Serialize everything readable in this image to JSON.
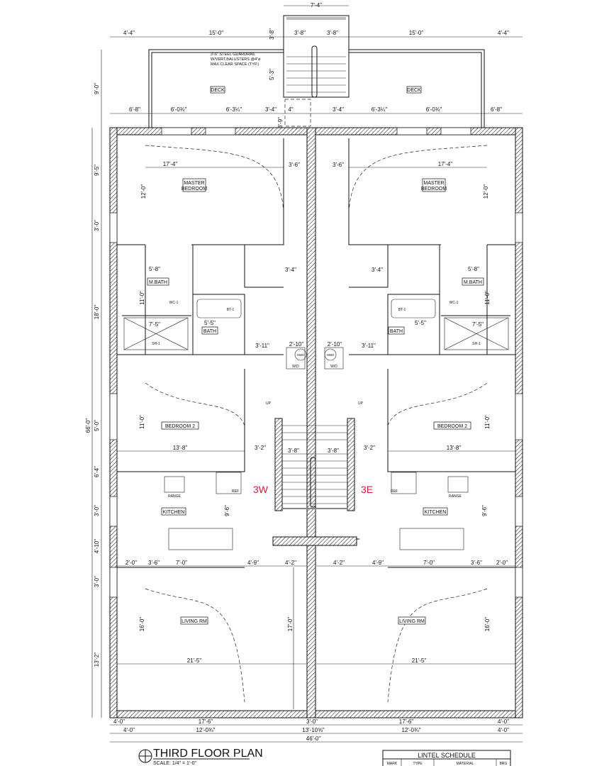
{
  "title": "THIRD FLOOR PLAN",
  "scale": "SCALE: 1/4\" = 1'-0\"",
  "units": {
    "west": "3W",
    "east": "3E",
    "color": "#e0193a"
  },
  "deck": {
    "label": "DECK",
    "note": [
      "3'-6\" STEEL GUARDRAIL",
      "W/VERT.BALUSTERS @4\"ø",
      "MAX.CLEAR SPACE (TYP.)"
    ]
  },
  "rooms": {
    "master_bedroom": [
      "MASTER",
      "BEDROOM"
    ],
    "m_bath": "M.BATH",
    "bath": "BATH",
    "bedroom2": "BEDROOM 2",
    "kitchen": "KITCHEN",
    "living": "LIVING RM",
    "range": "RANGE",
    "ref": "REF",
    "wd": "W/D",
    "hwh": "HWH",
    "sh": "SH-1",
    "bt": "BT-1",
    "wc": "WC-1",
    "up": "UP"
  },
  "dims": {
    "top_overall": "7'-4\"",
    "top": [
      "4'-4\"",
      "15'-0\"",
      "3'-8\"",
      "3'-8\"",
      "15'-0\"",
      "4'-4\""
    ],
    "second": [
      "6'-8\"",
      "6'-0¾\"",
      "6'-3¼\"",
      "3'-4\"",
      "4\"",
      "3'-4\"",
      "6'-3¼\"",
      "6'-0¾\"",
      "6'-8\""
    ],
    "left": [
      "9'-0\"",
      "9'-5\"",
      "3'-0\"",
      "18'-0\"",
      "5'-0\"",
      "6'-4\"",
      "3'-0\"",
      "4'-10\"",
      "3'-0\"",
      "13'-2\""
    ],
    "left_overall": "66'-0\"",
    "stair_vert": [
      "3'-8\"",
      "5'-3\"",
      "3'-9\""
    ],
    "bottom1": [
      "4'-0\"",
      "17'-6\"",
      "3'-0\"",
      "17'-6\"",
      "4'-0\""
    ],
    "bottom2": [
      "4'-0\"",
      "12'-0¾\"",
      "13'-10⅝\"",
      "12'-0¾\"",
      "4'-0\""
    ],
    "bottom_overall": "46'-0\"",
    "interior": {
      "mb_width": "17'-4\"",
      "mb_depth": "12'-0\"",
      "bath_w": "5'-8\"",
      "closet": "3'-6\"",
      "hall": "3'-4\"",
      "shower": "7'-5\"",
      "bath_w2": "5'-5\"",
      "hall2": "3'-11\"",
      "wd": "2'-10\"",
      "br2_depth": "11'-0\"",
      "br2_width": "13'-8\"",
      "stair": "3'-2\"",
      "stair_w": "3'-8\"",
      "kit_a": "3'-6\"",
      "kit_b": "7'-0\"",
      "kit_c": "4'-9\"",
      "kit_d": "4'-2\"",
      "kit_depth": "9'-6\"",
      "lr_width": "21'-5\"",
      "lr_depth": "16'-0\"",
      "center": "17'-0\"",
      "mbath_h": "11'-0\"",
      "misc": "2'-0\""
    }
  },
  "lintel_schedule": {
    "title": "LINTEL SCHEDULE",
    "columns": [
      "MARK",
      "TYPE",
      "MATERIAL",
      "BRG"
    ]
  }
}
